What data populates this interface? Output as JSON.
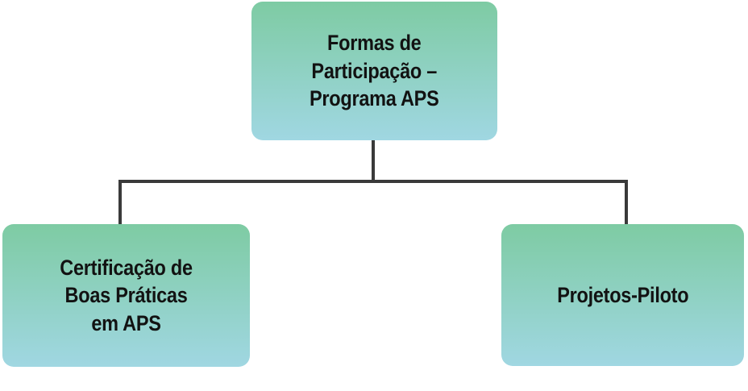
{
  "colors": {
    "node_gradient_top": "#7ecba3",
    "node_gradient_bottom": "#a0d7e2",
    "connector": "#3a3a3a",
    "node_text": "#121212",
    "background": "#ffffff"
  },
  "diagram": {
    "type": "hierarchy-flowchart",
    "nodes": {
      "root": {
        "label": "Formas de Participação – Programa APS",
        "lines": [
          "Formas de",
          "Participação –",
          "Programa APS"
        ]
      },
      "child_left": {
        "label": "Certificação de Boas Práticas em APS",
        "lines": [
          "Certificação de",
          "Boas Práticas",
          "em APS"
        ]
      },
      "child_right": {
        "label": "Projetos-Piloto",
        "lines": [
          "Projetos-Piloto"
        ]
      }
    },
    "edges": [
      {
        "from": "root",
        "to": "child_left"
      },
      {
        "from": "root",
        "to": "child_right"
      }
    ]
  }
}
